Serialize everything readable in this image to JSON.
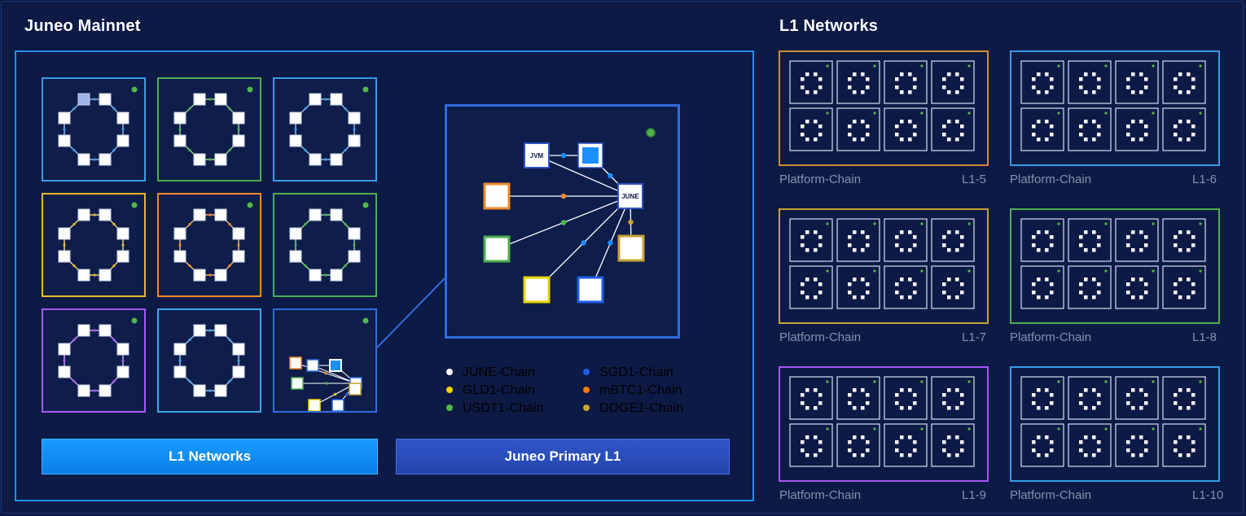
{
  "mainnet": {
    "title": "Juneo Mainnet",
    "tiles": [
      {
        "name": "tile-1",
        "border": "#3a9ae8",
        "edge": "#8fb7e6",
        "has_dot": true,
        "highlight_node": true
      },
      {
        "name": "tile-2",
        "border": "#4caf50",
        "edge": "#8fd48c",
        "has_dot": true,
        "highlight_node": false
      },
      {
        "name": "tile-3",
        "border": "#3a9ae8",
        "edge": "#8fb7e6",
        "has_dot": true,
        "highlight_node": false
      },
      {
        "name": "tile-4",
        "border": "#e8b828",
        "edge": "#e8d27a",
        "has_dot": true,
        "highlight_node": false
      },
      {
        "name": "tile-5",
        "border": "#ef8a2a",
        "edge": "#f0b47a",
        "has_dot": true,
        "highlight_node": false
      },
      {
        "name": "tile-6",
        "border": "#4caf50",
        "edge": "#8fd48c",
        "has_dot": true,
        "highlight_node": false
      },
      {
        "name": "tile-7",
        "border": "#a855f7",
        "edge": "#c79af5",
        "has_dot": true,
        "highlight_node": false
      },
      {
        "name": "tile-8",
        "border": "#3ea6ea",
        "edge": "#8fc7ef",
        "has_dot": false,
        "highlight_node": false
      },
      {
        "name": "tile-9",
        "border": "#2f6de0",
        "edge": "#ffffff",
        "has_dot": true,
        "is_primary": true
      }
    ],
    "primary_diagram": {
      "jvm_label": "JVM",
      "june_label": "JUNE",
      "status_color": "#4caf50"
    },
    "legend": [
      {
        "label": "JUNE-Chain",
        "color": "#ffffff"
      },
      {
        "label": "SGD1-Chain",
        "color": "#1f5fe8"
      },
      {
        "label": "GLD1-Chain",
        "color": "#f2d400"
      },
      {
        "label": "mBTC1-Chain",
        "color": "#ef7a1a"
      },
      {
        "label": "USDT1-Chain",
        "color": "#52b848"
      },
      {
        "label": "DOGE1-Chain",
        "color": "#c9a234"
      }
    ],
    "buttons": {
      "l1_networks": "L1 Networks",
      "primary_l1": "Juneo Primary L1"
    }
  },
  "l1": {
    "title": "L1 Networks",
    "networks": [
      {
        "chain_label": "Platform-Chain",
        "id": "L1-5",
        "color": "#d18a3a"
      },
      {
        "chain_label": "Platform-Chain",
        "id": "L1-6",
        "color": "#3a9ae8"
      },
      {
        "chain_label": "Platform-Chain",
        "id": "L1-7",
        "color": "#c9a234"
      },
      {
        "chain_label": "Platform-Chain",
        "id": "L1-8",
        "color": "#4caf50"
      },
      {
        "chain_label": "Platform-Chain",
        "id": "L1-9",
        "color": "#a855f7"
      },
      {
        "chain_label": "Platform-Chain",
        "id": "L1-10",
        "color": "#3a9ae8"
      }
    ]
  }
}
